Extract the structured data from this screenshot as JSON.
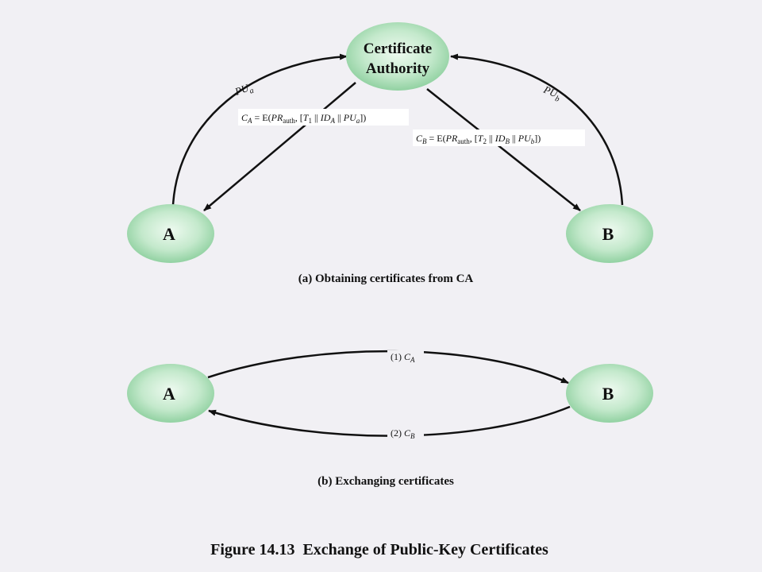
{
  "diagram_a": {
    "nodes": {
      "ca": [
        "Certificate",
        "Authority"
      ],
      "a": "A",
      "b": "B"
    },
    "edges": {
      "pu_a": {
        "main": "PU",
        "sub": "a"
      },
      "pu_b": {
        "main": "PU",
        "sub": "b"
      },
      "c_a": {
        "p1": "C",
        "p1s": "A",
        "p2": " = E(",
        "p3": "PR",
        "p3s": "auth",
        "p4": ", [",
        "p5": "T",
        "p5s": "1",
        "p6": " || ",
        "p7": "ID",
        "p7s": "A",
        "p8": " || ",
        "p9": "PU",
        "p9s": "a",
        "p10": "])"
      },
      "c_b": {
        "p1": "C",
        "p1s": "B",
        "p2": " = E(",
        "p3": "PR",
        "p3s": "auth",
        "p4": ", [",
        "p5": "T",
        "p5s": "2",
        "p6": " || ",
        "p7": "ID",
        "p7s": "B",
        "p8": " || ",
        "p9": "PU",
        "p9s": "b",
        "p10": "])"
      }
    },
    "caption": "(a) Obtaining certificates from CA"
  },
  "diagram_b": {
    "nodes": {
      "a": "A",
      "b": "B"
    },
    "edges": {
      "step1": {
        "num": "(1) ",
        "main": "C",
        "sub": "A"
      },
      "step2": {
        "num": "(2) ",
        "main": "C",
        "sub": "B"
      }
    },
    "caption": "(b) Exchanging certificates"
  },
  "figure_title": "Figure 14.13  Exchange of Public-Key Certificates",
  "colors": {
    "background": "#f1f0f4",
    "node_fill_center": "#e8f7ea",
    "node_fill_edge": "#8ccf9c",
    "arrow": "#111111",
    "label_box": "#ffffff"
  }
}
